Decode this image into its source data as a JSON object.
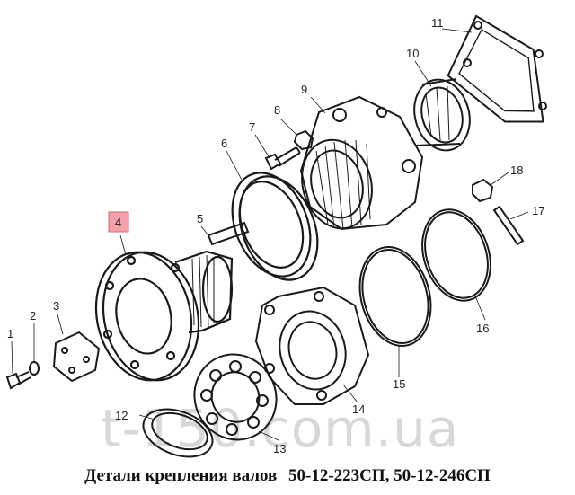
{
  "caption": {
    "title": "Детали крепления валов",
    "codes": "50-12-223СП, 50-12-246СП"
  },
  "watermark": "t-150.com.ua",
  "highlight_color": "#f4a0a8",
  "parts": [
    {
      "number": "1"
    },
    {
      "number": "2"
    },
    {
      "number": "3"
    },
    {
      "number": "4"
    },
    {
      "number": "5"
    },
    {
      "number": "6"
    },
    {
      "number": "7"
    },
    {
      "number": "8"
    },
    {
      "number": "9"
    },
    {
      "number": "10"
    },
    {
      "number": "11"
    },
    {
      "number": "12"
    },
    {
      "number": "13"
    },
    {
      "number": "14"
    },
    {
      "number": "15"
    },
    {
      "number": "16"
    },
    {
      "number": "17"
    },
    {
      "number": "18"
    }
  ],
  "highlighted_part": "4"
}
